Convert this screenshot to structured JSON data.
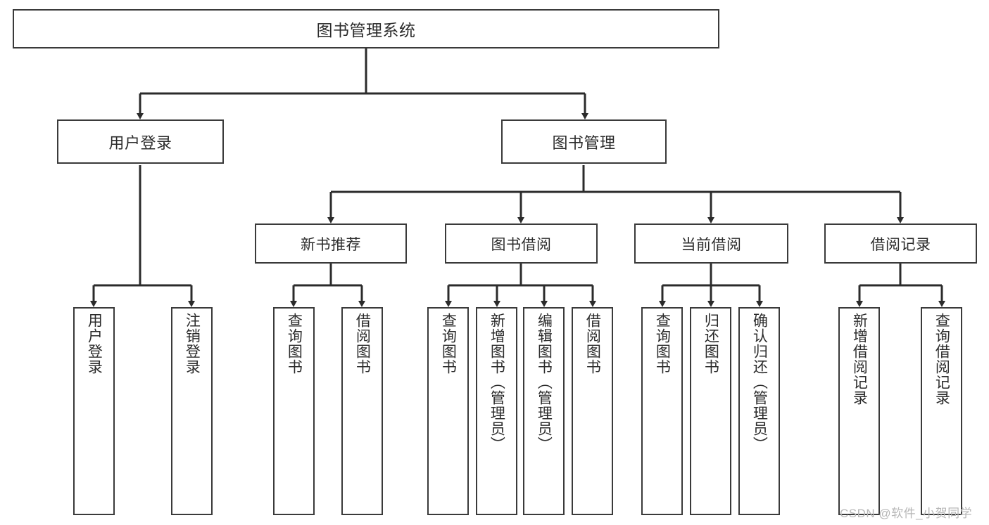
{
  "diagram": {
    "title": "图书管理系统",
    "colors": {
      "box_border": "#3a3a3a",
      "box_fill": "#ffffff",
      "connector": "#2b2b2b",
      "text": "#2b2b2b",
      "watermark": "#b7b7b7",
      "background": "#ffffff"
    },
    "root": {
      "label": "图书管理系统"
    },
    "level2": [
      {
        "label": "用户登录"
      },
      {
        "label": "图书管理"
      }
    ],
    "level3": [
      {
        "label": "新书推荐"
      },
      {
        "label": "图书借阅"
      },
      {
        "label": "当前借阅"
      },
      {
        "label": "借阅记录"
      }
    ],
    "leaves": {
      "user_login": [
        {
          "label": "用户登录"
        },
        {
          "label": "注销登录"
        }
      ],
      "new_book_recommend": [
        {
          "label": "查询图书"
        },
        {
          "label": "借阅图书"
        }
      ],
      "book_borrow": [
        {
          "label": "查询图书"
        },
        {
          "label": "新增图书（管理员）"
        },
        {
          "label": "编辑图书（管理员）"
        },
        {
          "label": "借阅图书"
        }
      ],
      "current_borrow": [
        {
          "label": "查询图书"
        },
        {
          "label": "归还图书"
        },
        {
          "label": "确认归还（管理员）"
        }
      ],
      "borrow_record": [
        {
          "label": "新增借阅记录"
        },
        {
          "label": "查询借阅记录"
        }
      ]
    }
  },
  "watermark": {
    "text": "CSDN @软件_小贺同学"
  }
}
